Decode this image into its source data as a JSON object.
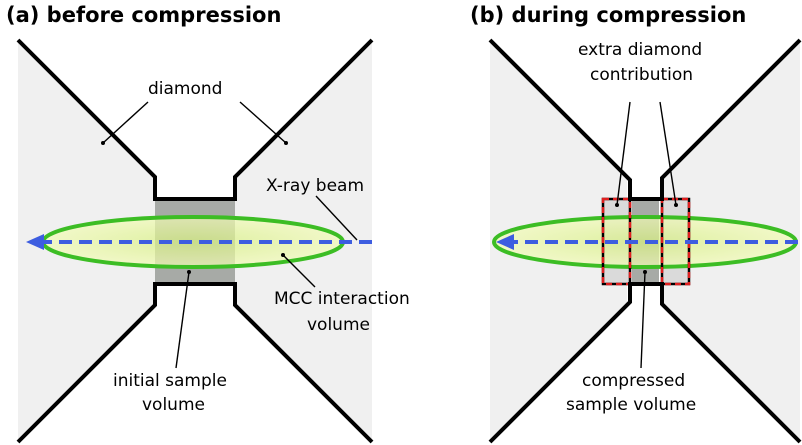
{
  "panels": [
    {
      "title": "(a) before compression",
      "labels": {
        "diamond": "diamond",
        "beam": "X-ray beam",
        "mcc_line1": "MCC interaction",
        "mcc_line2": "volume",
        "sample_line1": "initial sample",
        "sample_line2": "volume"
      }
    },
    {
      "title": "(b) during compression",
      "labels": {
        "extra_line1": "extra diamond",
        "extra_line2": "contribution",
        "sample_line1": "compressed",
        "sample_line2": "sample volume"
      }
    }
  ],
  "colors": {
    "diamond_fill": "#f0f0f0",
    "sample_fill": "#a7aaa6",
    "ellipse_stroke": "#3cbd24",
    "ellipse_fill": "#e8f8a0",
    "beam": "#3d5de0",
    "extra_box": "#e02020"
  }
}
